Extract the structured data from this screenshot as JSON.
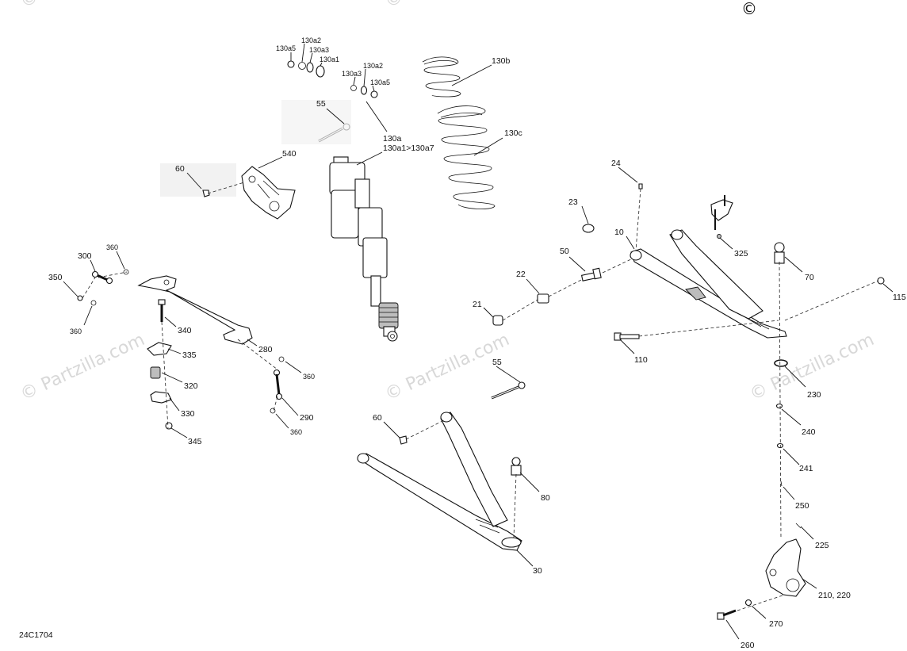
{
  "diagram_code": "24C1704",
  "watermark": "© Partzilla.com",
  "copyright_symbol": "©",
  "callouts": {
    "c130a5_top": "130a5",
    "c130a2_top": "130a2",
    "c130a3_top": "130a3",
    "c130a1": "130a1",
    "c130a2_mid": "130a2",
    "c130a3_mid": "130a3",
    "c130a5_mid": "130a5",
    "c130a": "130a",
    "c130a_range": "130a1>130a7",
    "c130b": "130b",
    "c130c": "130c",
    "c55_top": "55",
    "c540": "540",
    "c60_top": "60",
    "c24": "24",
    "c23": "23",
    "c10": "10",
    "c50": "50",
    "c22": "22",
    "c21": "21",
    "c325": "325",
    "c70": "70",
    "c115": "115",
    "c110": "110",
    "c230": "230",
    "c240": "240",
    "c241": "241",
    "c250": "250",
    "c225": "225",
    "c210_220": "210, 220",
    "c270": "270",
    "c260": "260",
    "c300": "300",
    "c360_a": "360",
    "c350": "350",
    "c360_b": "360",
    "c340": "340",
    "c335": "335",
    "c320": "320",
    "c330": "330",
    "c345": "345",
    "c280": "280",
    "c360_c": "360",
    "c290": "290",
    "c360_d": "360",
    "c55_bottom": "55",
    "c60_bottom": "60",
    "c80": "80",
    "c30": "30"
  }
}
